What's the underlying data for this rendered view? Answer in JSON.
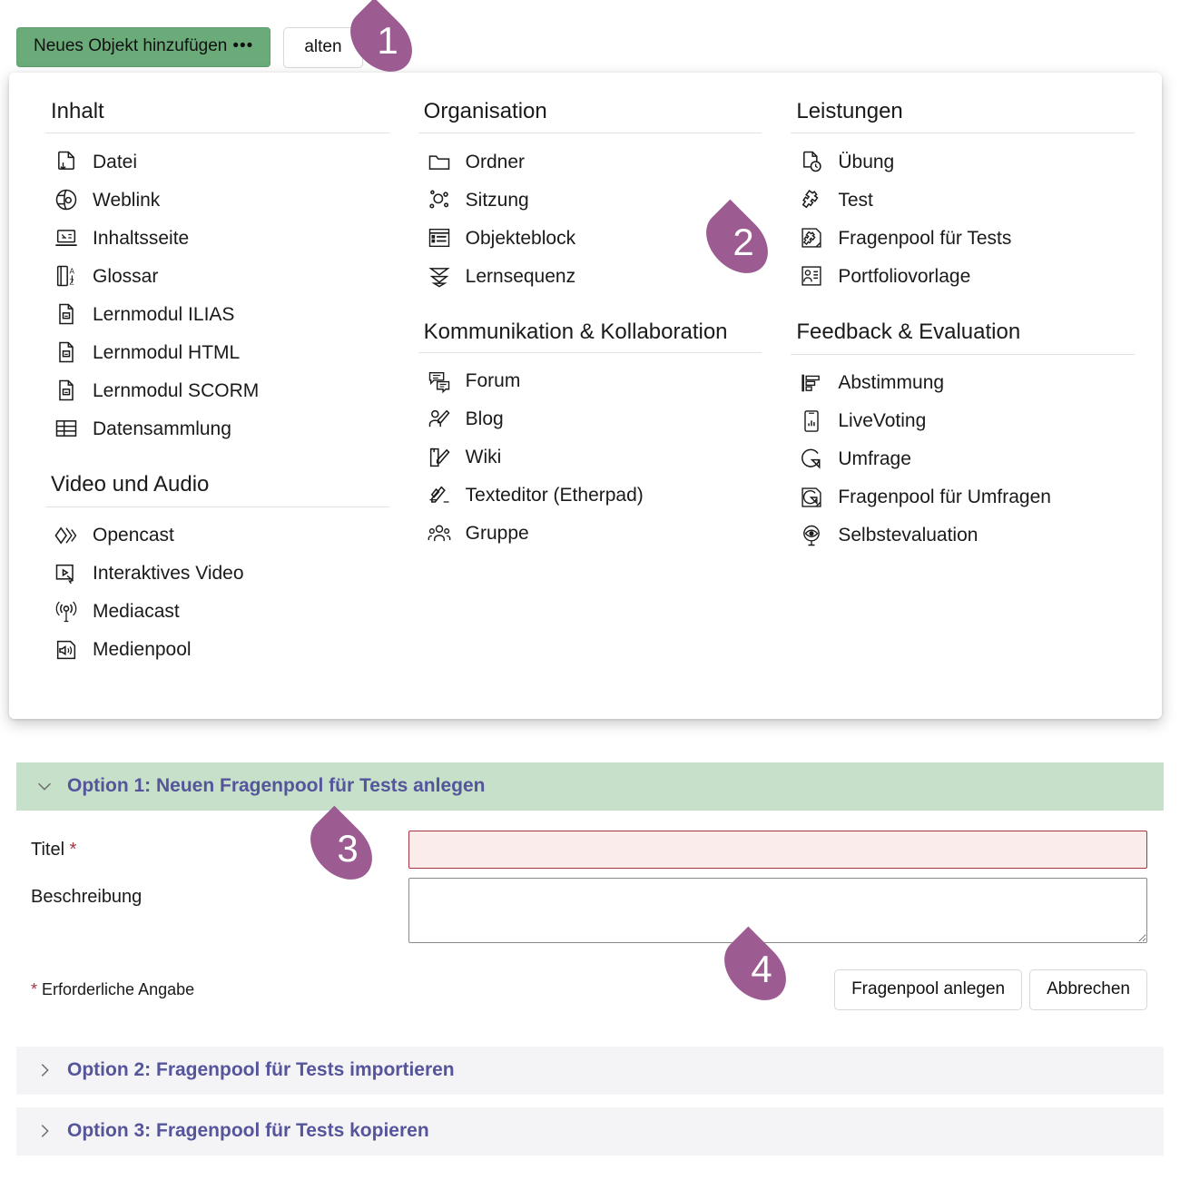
{
  "toolbar": {
    "add_object_label": "Neues Objekt hinzufügen",
    "add_object_dots": "•••",
    "secondary_label": "alten"
  },
  "callouts": [
    {
      "id": "1",
      "label": "1"
    },
    {
      "id": "2",
      "label": "2"
    },
    {
      "id": "3",
      "label": "3"
    },
    {
      "id": "4",
      "label": "4"
    }
  ],
  "colors": {
    "accent_purple": "#9c5c92",
    "button_green": "#6aab79",
    "panel_header_green": "#c7e0c9",
    "accordion_link": "#55559b",
    "required_red": "#a8343f",
    "input_error_bg": "#fbecec",
    "closed_section_bg": "#f4f4f6"
  },
  "panel": {
    "columns": [
      {
        "groups": [
          {
            "title": "Inhalt",
            "items": [
              {
                "label": "Datei",
                "icon": "file-download-icon"
              },
              {
                "label": "Weblink",
                "icon": "globe-link-icon"
              },
              {
                "label": "Inhaltsseite",
                "icon": "content-page-icon"
              },
              {
                "label": "Glossar",
                "icon": "glossary-az-icon"
              },
              {
                "label": "Lernmodul ILIAS",
                "icon": "learning-module-icon"
              },
              {
                "label": "Lernmodul HTML",
                "icon": "learning-module-icon"
              },
              {
                "label": "Lernmodul SCORM",
                "icon": "learning-module-icon"
              },
              {
                "label": "Datensammlung",
                "icon": "table-grid-icon"
              }
            ]
          },
          {
            "title": "Video und Audio",
            "items": [
              {
                "label": "Opencast",
                "icon": "opencast-diamond-icon"
              },
              {
                "label": "Interaktives Video",
                "icon": "interactive-video-icon"
              },
              {
                "label": "Mediacast",
                "icon": "broadcast-antenna-icon"
              },
              {
                "label": "Medienpool",
                "icon": "speaker-sound-icon"
              }
            ]
          }
        ]
      },
      {
        "groups": [
          {
            "title": "Organisation",
            "items": [
              {
                "label": "Ordner",
                "icon": "folder-icon"
              },
              {
                "label": "Sitzung",
                "icon": "session-nodes-icon"
              },
              {
                "label": "Objekteblock",
                "icon": "object-block-list-icon"
              },
              {
                "label": "Lernsequenz",
                "icon": "learning-sequence-chevrons-icon"
              }
            ]
          },
          {
            "title": "Kommunikation & Kollaboration",
            "items": [
              {
                "label": "Forum",
                "icon": "forum-speech-bubbles-icon"
              },
              {
                "label": "Blog",
                "icon": "blog-person-pencil-icon"
              },
              {
                "label": "Wiki",
                "icon": "wiki-page-pencil-icon"
              },
              {
                "label": "Texteditor (Etherpad)",
                "icon": "etherpad-pencil-icon"
              },
              {
                "label": "Gruppe",
                "icon": "group-people-icon"
              }
            ]
          }
        ]
      },
      {
        "groups": [
          {
            "title": "Leistungen",
            "items": [
              {
                "label": "Übung",
                "icon": "exercise-clock-icon"
              },
              {
                "label": "Test",
                "icon": "puzzle-piece-icon"
              },
              {
                "label": "Fragenpool für Tests",
                "icon": "question-pool-tests-icon"
              },
              {
                "label": "Portfoliovorlage",
                "icon": "portfolio-template-icon"
              }
            ]
          },
          {
            "title": "Feedback & Evaluation",
            "items": [
              {
                "label": "Abstimmung",
                "icon": "poll-bars-icon"
              },
              {
                "label": "LiveVoting",
                "icon": "live-voting-phone-icon"
              },
              {
                "label": "Umfrage",
                "icon": "survey-pie-icon"
              },
              {
                "label": "Fragenpool für Umfragen",
                "icon": "question-pool-surveys-icon"
              },
              {
                "label": "Selbstevaluation",
                "icon": "self-evaluation-eye-icon"
              }
            ]
          }
        ]
      }
    ]
  },
  "form": {
    "option1": {
      "header": "Option 1: Neuen Fragenpool für Tests anlegen",
      "expanded": true,
      "title_label": "Titel",
      "title_required_mark": "*",
      "title_value": "",
      "title_placeholder": "",
      "description_label": "Beschreibung",
      "description_value": "",
      "description_placeholder": "",
      "required_note_mark": "*",
      "required_note": "Erforderliche Angabe",
      "submit_label": "Fragenpool anlegen",
      "cancel_label": "Abbrechen"
    },
    "option2": {
      "header": "Option 2: Fragenpool für Tests importieren",
      "expanded": false
    },
    "option3": {
      "header": "Option 3: Fragenpool für Tests kopieren",
      "expanded": false
    }
  }
}
